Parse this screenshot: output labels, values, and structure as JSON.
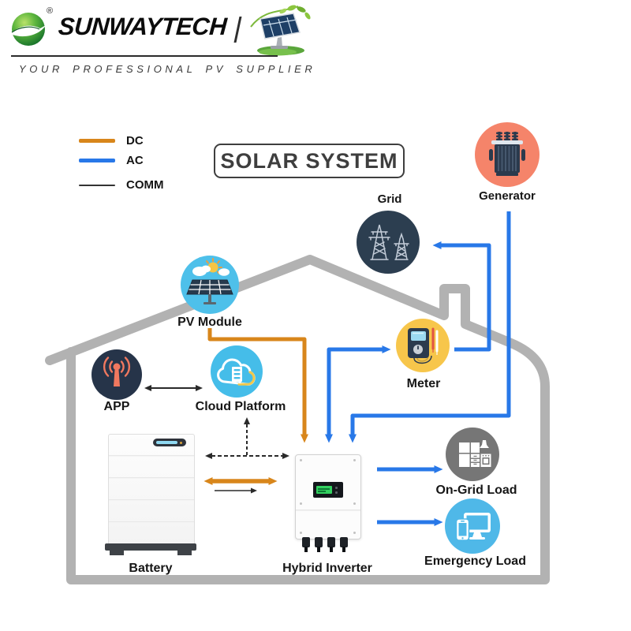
{
  "brand": {
    "name": "SUNWAYTECH",
    "registered_mark": "®",
    "tagline": "YOUR PROFESSIONAL PV SUPPLIER"
  },
  "title": "SOLAR SYSTEM",
  "legend": {
    "dc": {
      "label": "DC",
      "color": "#d8861b"
    },
    "ac": {
      "label": "AC",
      "color": "#2878e8"
    },
    "comm": {
      "label": "COMM",
      "color": "#333333"
    }
  },
  "nodes": {
    "generator": {
      "label": "Generator",
      "icon": "transformer-icon",
      "circle_color": "#f5846a"
    },
    "grid": {
      "label": "Grid",
      "icon": "transmission-towers-icon",
      "circle_color": "#2c3e50"
    },
    "pv": {
      "label": "PV Module",
      "icon": "solar-panel-sun-icon",
      "circle_color": "#4ec0ea"
    },
    "meter": {
      "label": "Meter",
      "icon": "multimeter-icon",
      "circle_color": "#f7c64b"
    },
    "app": {
      "label": "APP",
      "icon": "antenna-signal-icon",
      "circle_color": "#263449"
    },
    "cloud": {
      "label": "Cloud Platform",
      "icon": "cloud-server-icon",
      "circle_color": "#45bde9"
    },
    "ongrid": {
      "label": "On-Grid Load",
      "icon": "kitchen-appliances-icon",
      "circle_color": "#767676"
    },
    "emergency": {
      "label": "Emergency Load",
      "icon": "devices-icon",
      "circle_color": "#4fb8e8"
    },
    "battery": {
      "label": "Battery"
    },
    "inverter": {
      "label": "Hybrid Inverter"
    }
  },
  "connections": {
    "dc_pv_to_inverter": "DC: PV Module to Hybrid Inverter",
    "dc_battery_inverter": "DC: Battery to Hybrid Inverter (bidirectional)",
    "ac_inverter_meter": "AC: Hybrid Inverter to Meter",
    "ac_meter_grid": "AC: Meter to Grid",
    "ac_generator_inverter": "AC: Generator to Hybrid Inverter",
    "ac_inverter_ongrid": "AC: Hybrid Inverter to On-Grid Load",
    "ac_inverter_emergency": "AC: Hybrid Inverter to Emergency Load",
    "comm_app_cloud": "COMM: APP to Cloud Platform (bidirectional)",
    "comm_inverter_cloud": "COMM: Hybrid Inverter to Cloud Platform",
    "comm_battery_inverter": "COMM: Battery to Hybrid Inverter (bidirectional)"
  },
  "colors": {
    "house_outline": "#b2b2b2",
    "dc_line": "#d8861b",
    "ac_line": "#2878e8",
    "comm_line": "#2a2a2a"
  }
}
